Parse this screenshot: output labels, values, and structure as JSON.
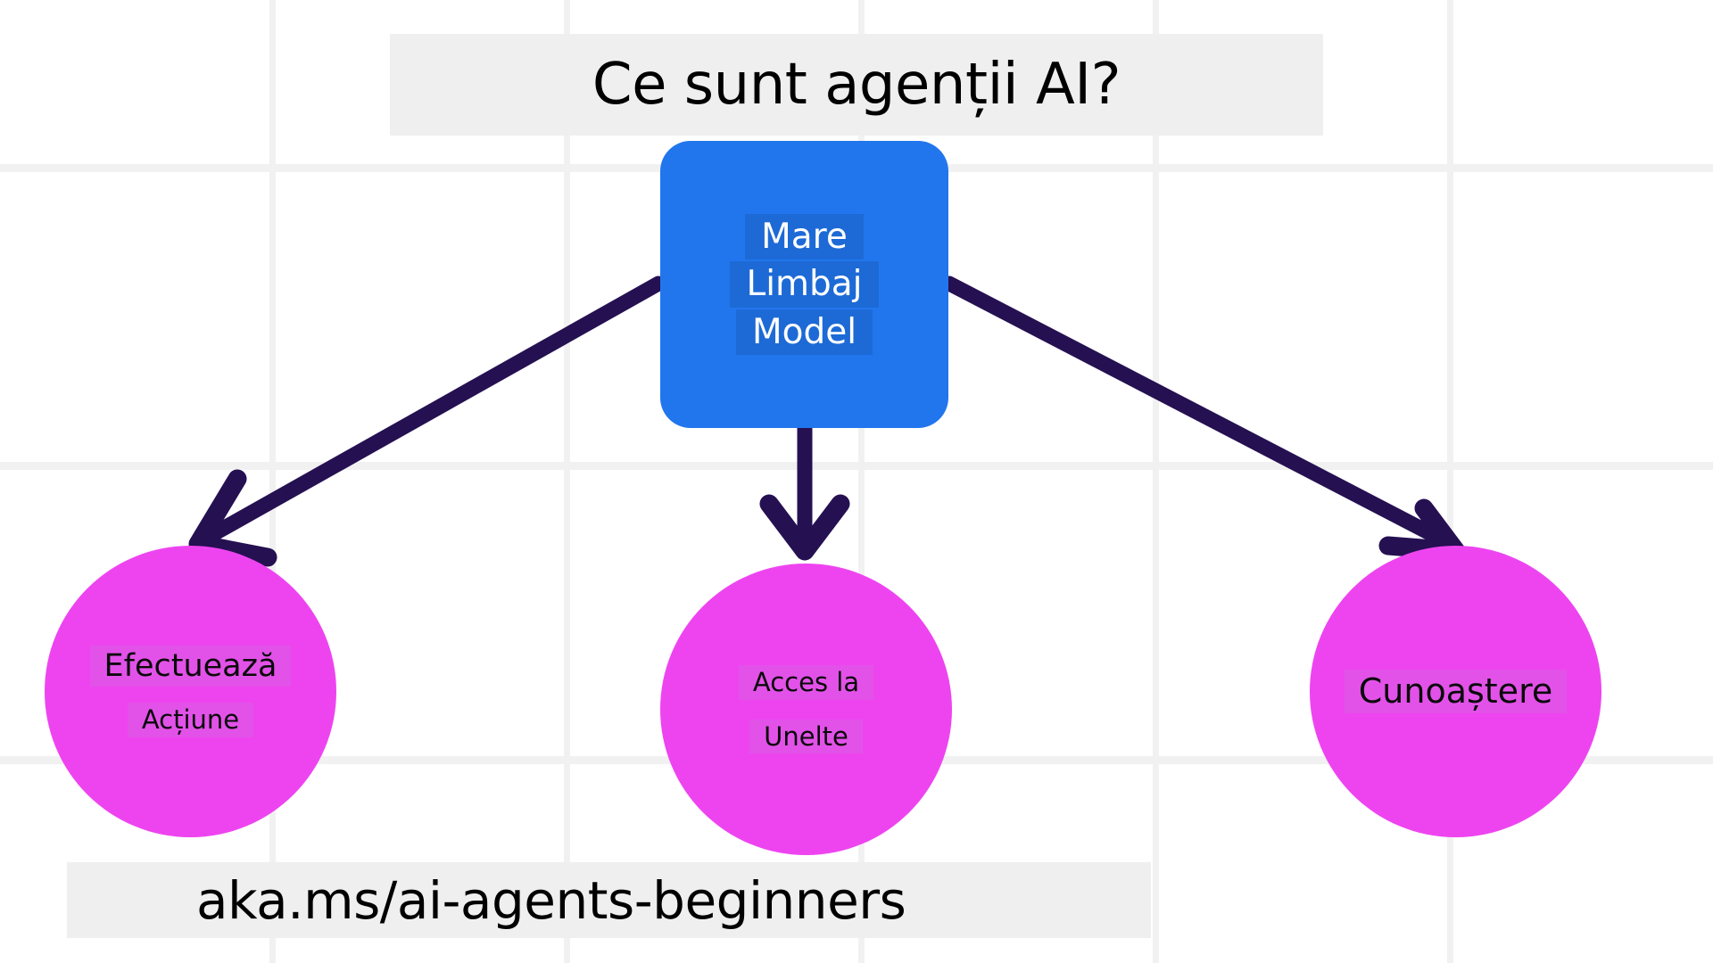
{
  "slide": {
    "title": "Ce sunt agenții AI?",
    "footer_url": "aka.ms/ai-agents-beginners",
    "language": "ro"
  },
  "colors": {
    "background": "#ffffff",
    "grid_line": "#f1f1f1",
    "banner_background": "#efefef",
    "llm_node": "#2176ed",
    "llm_node_text_highlight": "#1d6ad6",
    "llm_node_text": "#ffffff",
    "circle_node": "#ee44f0",
    "circle_node_text_highlight": "#e252e8",
    "circle_node_text": "#0a0a0a",
    "arrow": "#251052"
  },
  "central_node": {
    "name": "large-language-model",
    "lines": [
      "Mare",
      "Limbaj",
      "Model"
    ]
  },
  "capability_nodes": [
    {
      "name": "performs-action",
      "lines": [
        "Efectuează",
        "Acțiune"
      ]
    },
    {
      "name": "access-to-tools",
      "lines": [
        "Acces la",
        "Unelte"
      ]
    },
    {
      "name": "knowledge",
      "lines": [
        "Cunoaștere"
      ]
    }
  ],
  "connectors": [
    {
      "name": "arrow-to-performs-action",
      "from": "large-language-model",
      "to": "performs-action"
    },
    {
      "name": "arrow-to-access-to-tools",
      "from": "large-language-model",
      "to": "access-to-tools"
    },
    {
      "name": "arrow-to-knowledge",
      "from": "large-language-model",
      "to": "knowledge"
    }
  ]
}
